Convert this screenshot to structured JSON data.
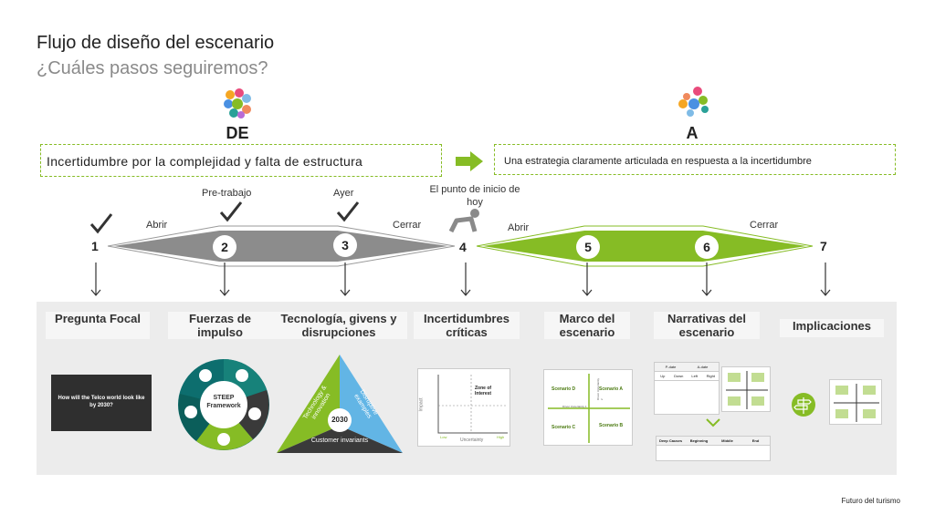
{
  "header": {
    "title": "Flujo de diseño del escenario",
    "subtitle": "¿Cuáles pasos seguiremos?"
  },
  "from": {
    "letter": "DE",
    "text": "Incertidumbre por la complejidad y falta de estructura"
  },
  "to": {
    "letter": "A",
    "text": "Una estrategia claramente articulada en respuesta a la incertidumbre"
  },
  "flow": {
    "labels": {
      "abrir_left": "Abrir",
      "cerrar_left": "Cerrar",
      "abrir_right": "Abrir",
      "cerrar_right": "Cerrar",
      "pretrabajo": "Pre-trabajo",
      "ayer": "Ayer",
      "punto_inicio": "El punto de inicio de hoy"
    },
    "steps": [
      "1",
      "2",
      "3",
      "4",
      "5",
      "6",
      "7"
    ]
  },
  "columns": [
    {
      "title": "Pregunta Focal"
    },
    {
      "title": "Fuerzas de impulso"
    },
    {
      "title": "Tecnología, givens y disrupciones"
    },
    {
      "title": "Incertidumbres críticas"
    },
    {
      "title": "Marco del escenario"
    },
    {
      "title": "Narrativas del escenario"
    },
    {
      "title": "Implicaciones"
    }
  ],
  "thumbnails": {
    "focal_question": "How will the Telco world look like by 2030?",
    "steep_center": "STEEP Framework",
    "triangle": {
      "left": "Technology & innovation",
      "right": "Disruptive examples",
      "center": "2030",
      "bottom": "Customer invariants"
    },
    "uncertainty": {
      "zone": "Zone of Interest",
      "y_axis": "Impact",
      "x_axis": "Uncertainty",
      "low": "Low",
      "high": "High"
    },
    "framework": {
      "a": "Scenario A",
      "b": "Scenario B",
      "c": "Scenario C",
      "d": "Scenario D",
      "driver1": "Driver Uncertainty 1",
      "driver2": "Driver Uncertainty 2"
    },
    "narratives": {
      "table_head": [
        "P-date",
        "A-date"
      ],
      "table_sub": [
        "Up",
        "Down",
        "Left",
        "Right"
      ],
      "bottom_head": [
        "Deep Causes",
        "Beginning",
        "Middle",
        "End"
      ]
    }
  },
  "footer": "Futuro del turismo",
  "colors": {
    "green": "#86bc25",
    "gray": "#9a9a9a",
    "dark": "#222222",
    "teal": "#0d6e6e"
  }
}
